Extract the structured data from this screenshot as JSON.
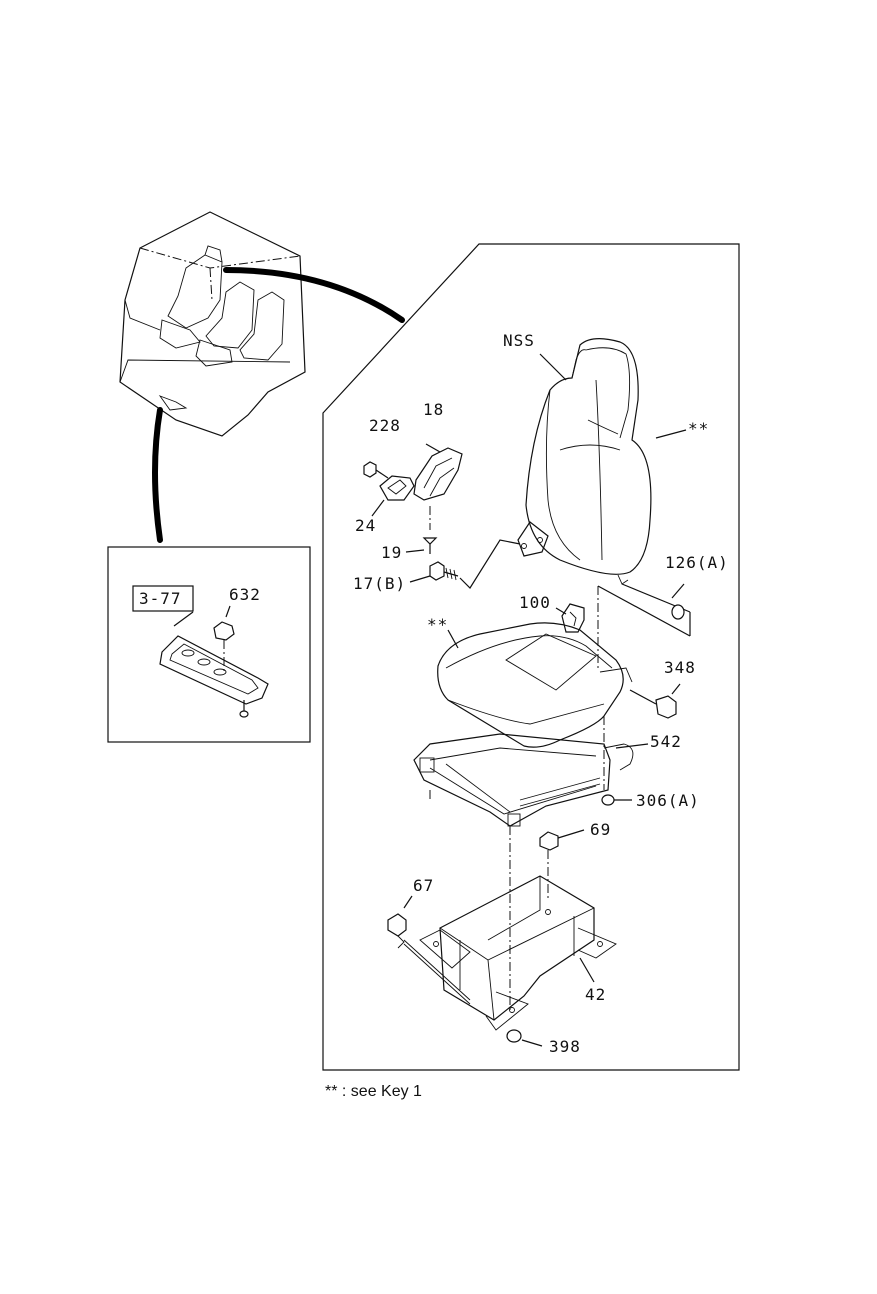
{
  "labels": {
    "nss": "NSS",
    "star_back": "**",
    "star_cushion": "**",
    "p228": "228",
    "p18": "18",
    "p24": "24",
    "p19": "19",
    "p17b": "17(B)",
    "p126a": "126(A)",
    "p100": "100",
    "p348": "348",
    "p542": "542",
    "p306a": "306(A)",
    "p69": "69",
    "p67": "67",
    "p42": "42",
    "p398": "398",
    "p377": "3-77",
    "p632": "632"
  },
  "footnote": "** : see Key 1"
}
